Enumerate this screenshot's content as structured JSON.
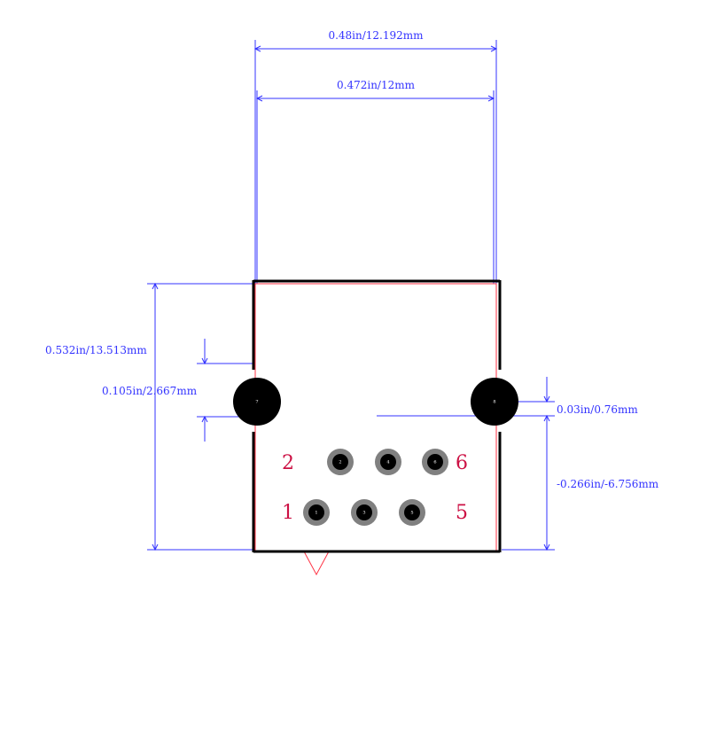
{
  "dimensions": {
    "outer_width": "0.48in/12.192mm",
    "inner_width": "0.472in/12mm",
    "height": "0.532in/13.513mm",
    "mount_hole": "0.105in/2.667mm",
    "offset_small": "0.03in/0.76mm",
    "offset_pins": "-0.266in/-6.756mm"
  },
  "pin_labels": [
    "2",
    "6",
    "1",
    "5"
  ],
  "pads": [
    {
      "label": "1"
    },
    {
      "label": "2"
    },
    {
      "label": "3"
    },
    {
      "label": "4"
    },
    {
      "label": "5"
    },
    {
      "label": "6"
    }
  ],
  "mount_holes": [
    {
      "label": "7"
    },
    {
      "label": "8"
    }
  ],
  "colors": {
    "dimension": "#3333ff",
    "silkscreen": "#000000",
    "courtyard": "#ff3344",
    "pin_label": "#cc1144",
    "pad_ring": "#808080",
    "pad_center": "#000000"
  }
}
